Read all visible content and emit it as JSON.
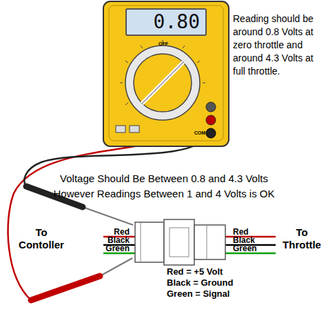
{
  "diagram": {
    "nodes": [
      {
        "text": [
          "0.80"
        ]
      }
    ],
    "labels": [
      "Reading should be around 0.8 Volts at zero throttle and around 4.3 Volts at full throttle.",
      "Voltage Should Be Between 0.8 and 4.3 Volts",
      "However Readings Between 1 and 4 Volts is OK",
      "To Contoller",
      "Red",
      "Black",
      "Green",
      "Red",
      "Black",
      "Green",
      "To Throttle",
      "Red = +5 Volt",
      "Black = Ground",
      "Green = Signal",
      "OFF",
      "COM"
    ]
  }
}
